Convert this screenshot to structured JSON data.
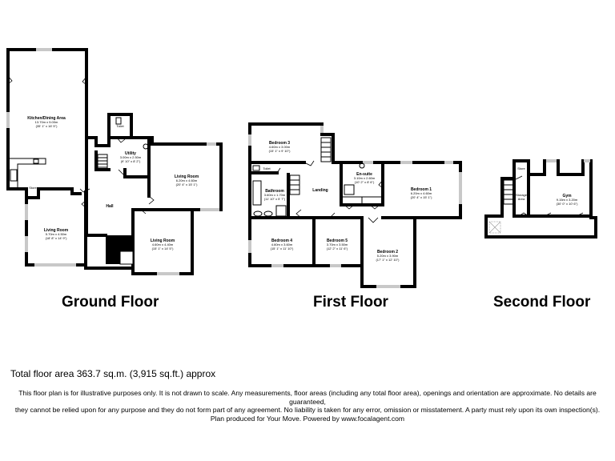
{
  "floors": [
    {
      "title": "Ground Floor",
      "rooms": [
        {
          "name": "Kitchen/Dining Area",
          "metric": "13.70m x 5.00m",
          "imperial": "(35' 1\" x 16' 5\")"
        },
        {
          "name": "Store",
          "metric": "",
          "imperial": ""
        },
        {
          "name": "Toilet",
          "metric": "",
          "imperial": ""
        },
        {
          "name": "Utility",
          "metric": "3.00m x 2.50m",
          "imperial": "(9' 10\" x 8' 2\")"
        },
        {
          "name": "Living Room",
          "metric": "6.20m x 4.60m",
          "imperial": "(20' 4\" x 15' 1\")"
        },
        {
          "name": "Hall",
          "metric": "",
          "imperial": ""
        },
        {
          "name": "Living Room",
          "metric": "5.70m x 4.50m",
          "imperial": "(18' 8\" x 14' 9\")"
        },
        {
          "name": "Living Room",
          "metric": "4.60m x 4.40m",
          "imperial": "(15' 1\" x 14' 5\")"
        }
      ]
    },
    {
      "title": "First Floor",
      "rooms": [
        {
          "name": "Bedroom 3",
          "metric": "4.60m x 3.00m",
          "imperial": "(15' 1\" x 9' 10\")"
        },
        {
          "name": "Toilet",
          "metric": "",
          "imperial": ""
        },
        {
          "name": "Bathroom",
          "metric": "3.60m x 1.70m",
          "imperial": "(11' 10\" x 5' 7\")"
        },
        {
          "name": "Landing",
          "metric": "",
          "imperial": ""
        },
        {
          "name": "En-suite",
          "metric": "3.10m x 2.60m",
          "imperial": "(10' 2\" x 8' 6\")"
        },
        {
          "name": "Bedroom 1",
          "metric": "6.20m x 4.60m",
          "imperial": "(20' 4\" x 15' 1\")"
        },
        {
          "name": "Bedroom 4",
          "metric": "4.60m x 3.60m",
          "imperial": "(15' 1\" x 11' 10\")"
        },
        {
          "name": "Bedroom 5",
          "metric": "3.70m x 3.50m",
          "imperial": "(12' 2\" x 11' 6\")"
        },
        {
          "name": "Bedroom 2",
          "metric": "5.20m x 3.90m",
          "imperial": "(17' 1\" x 12' 10\")"
        }
      ]
    },
    {
      "title": "Second Floor",
      "rooms": [
        {
          "name": "Store",
          "metric": "",
          "imperial": ""
        },
        {
          "name": "Storage",
          "metric": "Area",
          "imperial": ""
        },
        {
          "name": "Gym",
          "metric": "9.15m x 3.20m",
          "imperial": "(30' 0\" x 10' 6\")"
        }
      ]
    }
  ],
  "footer": {
    "total_area": "Total floor area 363.7 sq.m. (3,915 sq.ft.) approx",
    "disclaimer_line1": "This floor plan is for illustrative purposes only. It is not drawn to scale. Any measurements, floor areas (including any total floor area), openings and orientation are approximate. No details are guaranteed,",
    "disclaimer_line2": "they cannot be relied upon for any purpose and they do not form part of any agreement. No liability is taken for any error, omission or misstatement. A party must rely upon its own inspection(s).",
    "disclaimer_line3": "Plan produced for Your Move. Powered by www.focalagent.com"
  }
}
